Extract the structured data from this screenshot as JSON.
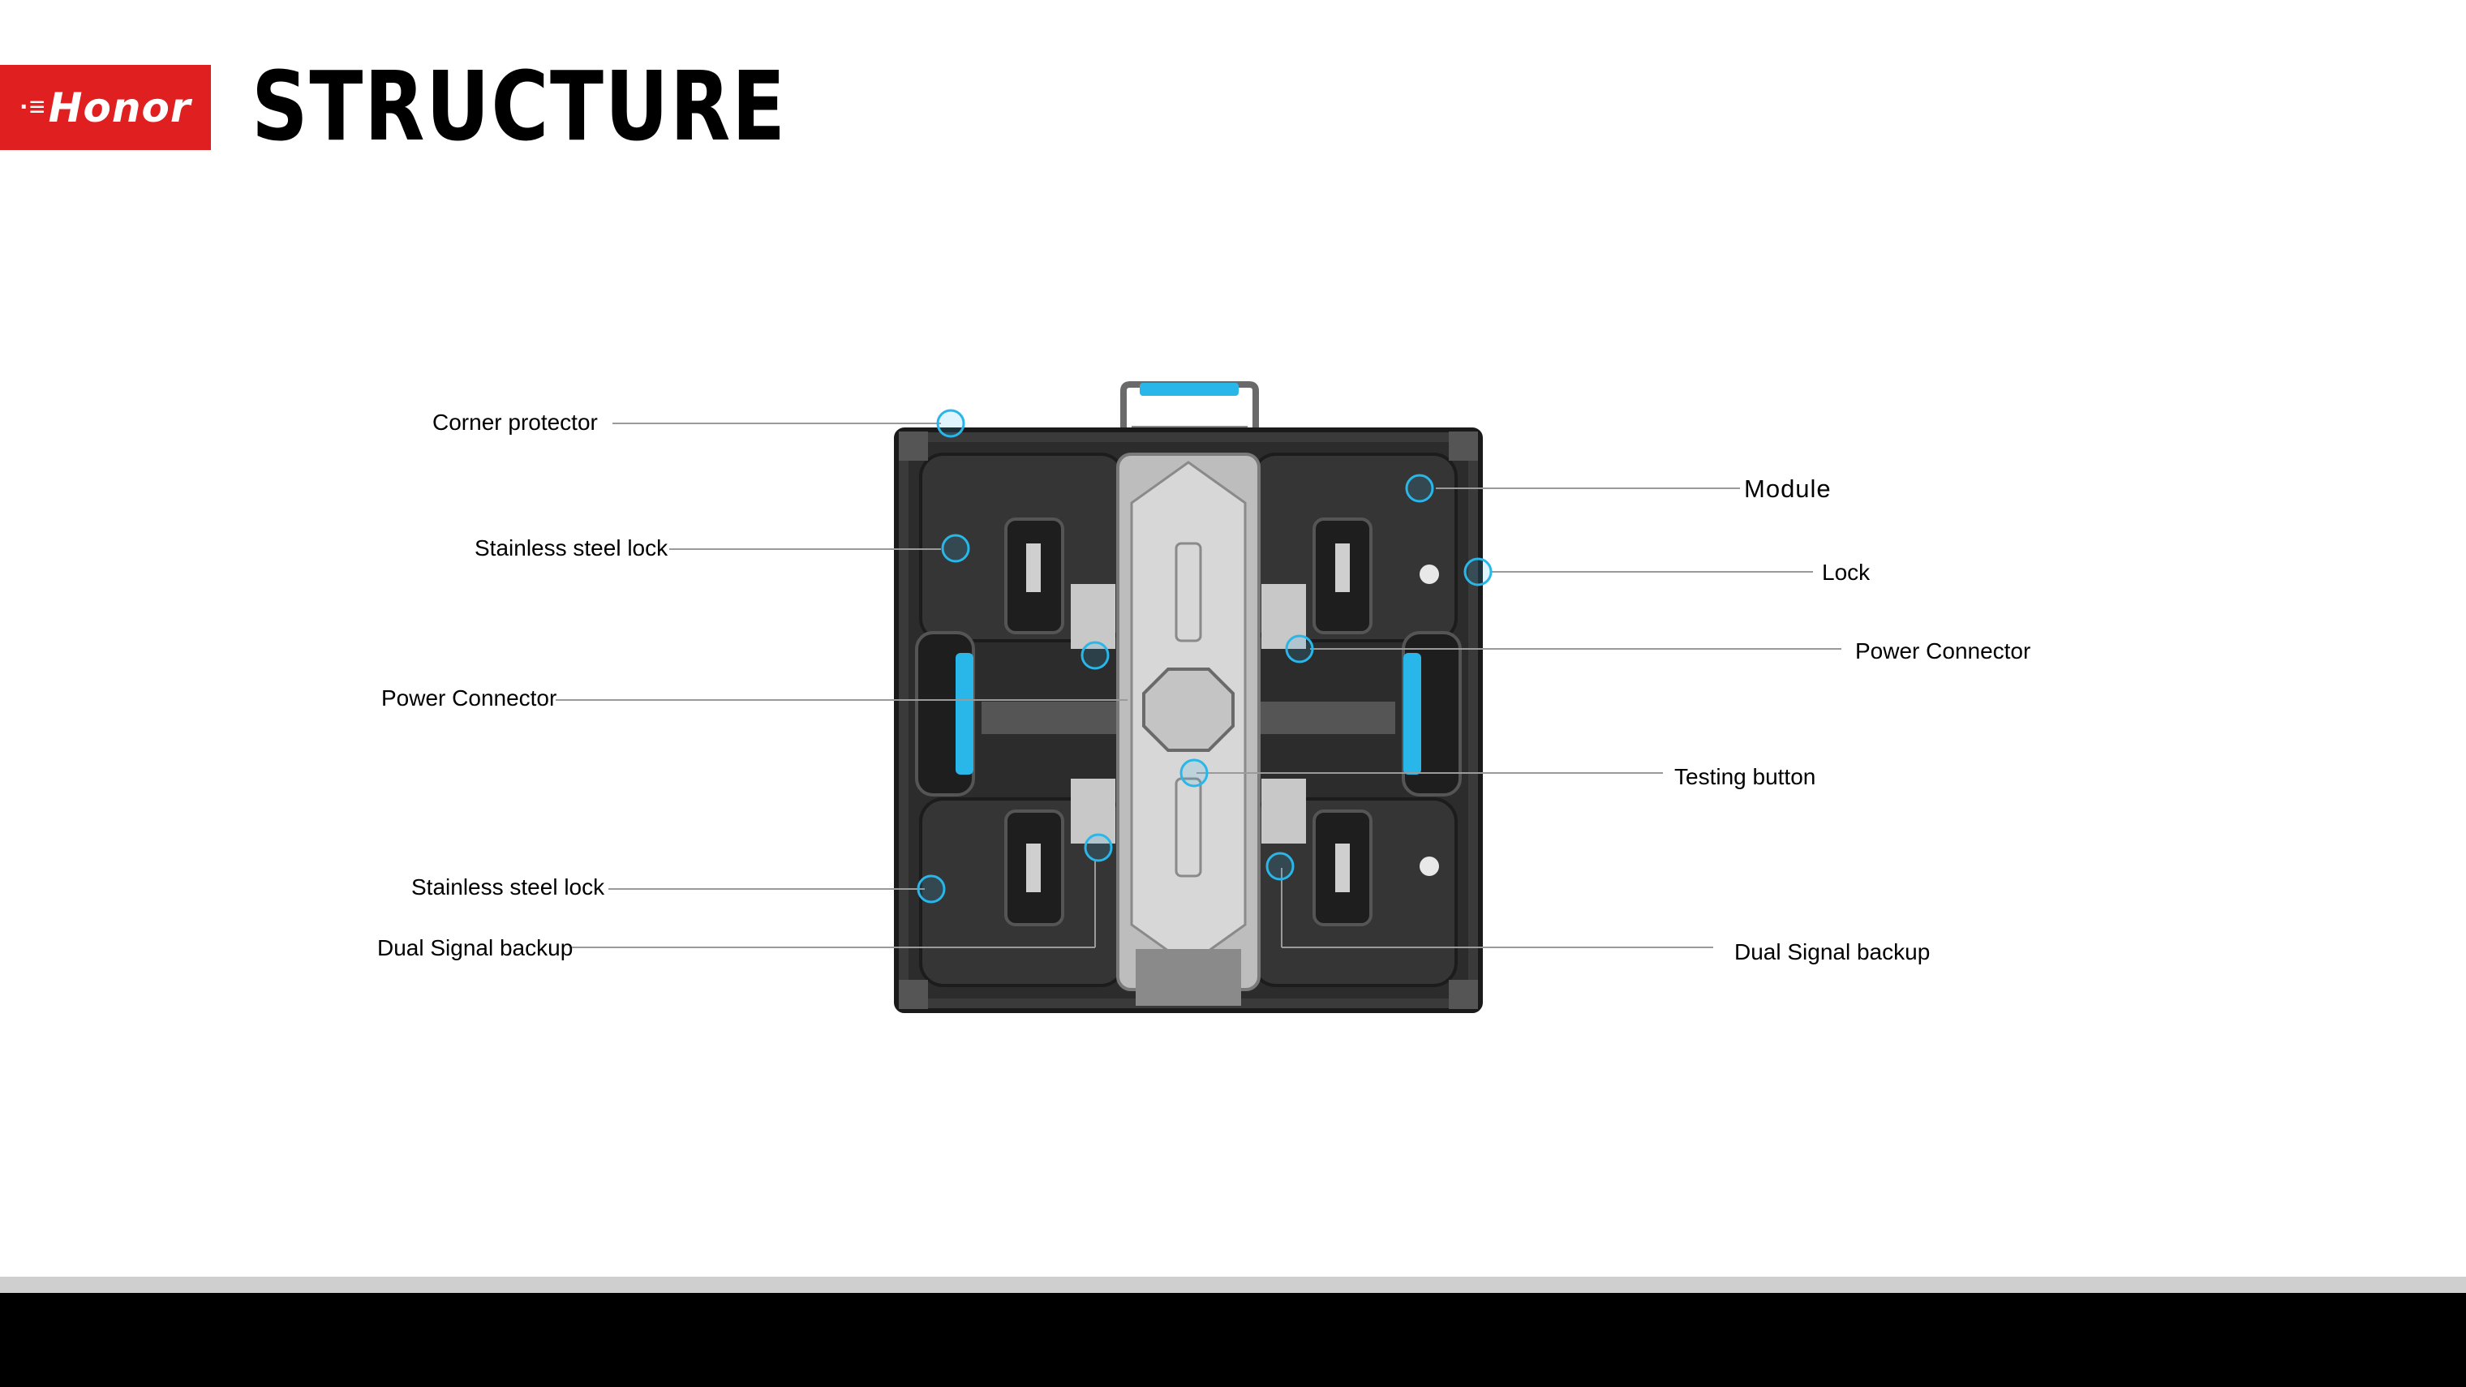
{
  "header": {
    "logo_text": "Honor",
    "logo_dots": "·≡",
    "title": "STRUCTURE"
  },
  "colors": {
    "brand_red": "#e02020",
    "accent_cyan": "#29b6e8",
    "panel_dark": "#2a2a2a",
    "leader_line": "#9a9a9a"
  },
  "callouts": {
    "corner_protector": "Corner protector",
    "stainless_lock_top": "Stainless steel lock",
    "power_connector_left": "Power Connector",
    "stainless_lock_bottom": "Stainless steel lock",
    "dual_signal_left": "Dual Signal backup",
    "module": "Module",
    "lock": "Lock",
    "power_connector_right": "Power Connector",
    "testing_button": "Testing button",
    "dual_signal_right": "Dual Signal backup"
  }
}
